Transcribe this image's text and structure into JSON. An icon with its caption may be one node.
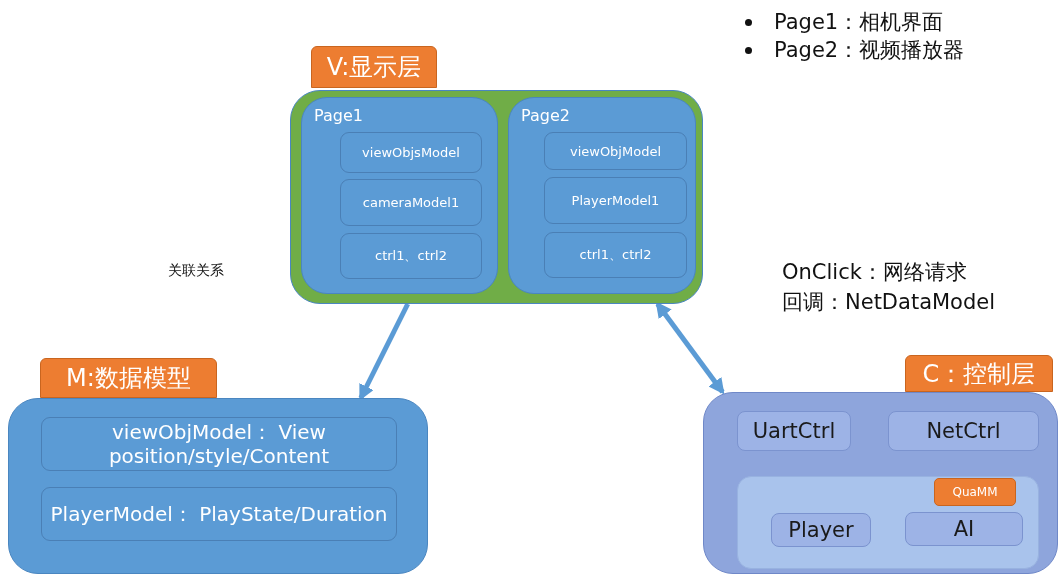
{
  "diagram": {
    "nodes": [
      {
        "text": [
          "V:显示层"
        ]
      },
      {
        "text": [
          "Page1"
        ],
        "in": 0
      },
      {
        "text": [
          "viewObjsModel"
        ],
        "in": 1
      },
      {
        "text": [
          "cameraModel1"
        ],
        "in": 1
      },
      {
        "text": [
          "ctrl1、ctrl2"
        ],
        "in": 1
      },
      {
        "text": [
          "Page2"
        ],
        "in": 0
      },
      {
        "text": [
          "viewObjModel"
        ],
        "in": 5
      },
      {
        "text": [
          "PlayerModel1"
        ],
        "in": 5
      },
      {
        "text": [
          "ctrl1、ctrl2"
        ],
        "in": 5
      },
      {
        "text": [
          "M:数据模型"
        ]
      },
      {
        "text": [
          "viewObjModel： View position/style/Content"
        ],
        "in": 9
      },
      {
        "text": [
          "PlayerModel： PlayState/Duration"
        ],
        "in": 9
      },
      {
        "text": [
          "C：控制层"
        ]
      },
      {
        "text": [
          "UartCtrl"
        ],
        "in": 12
      },
      {
        "text": [
          "NetCtrl"
        ],
        "in": 12
      },
      {
        "text": [],
        "shape": "box",
        "in": 12
      },
      {
        "text": [
          "QuaMM"
        ],
        "in": 15
      },
      {
        "text": [
          "Player"
        ],
        "in": 15
      },
      {
        "text": [
          "AI"
        ],
        "in": 15
      }
    ],
    "edges": [
      {
        "from": 0,
        "to": 9,
        "arrow": "to"
      },
      {
        "from": 0,
        "to": 12,
        "arrow": "both"
      }
    ],
    "labels": [
      "Page1：相机界面",
      "Page2：视频播放器",
      "关联关系",
      "OnClick：网络请求",
      "回调：NetDataModel"
    ]
  }
}
